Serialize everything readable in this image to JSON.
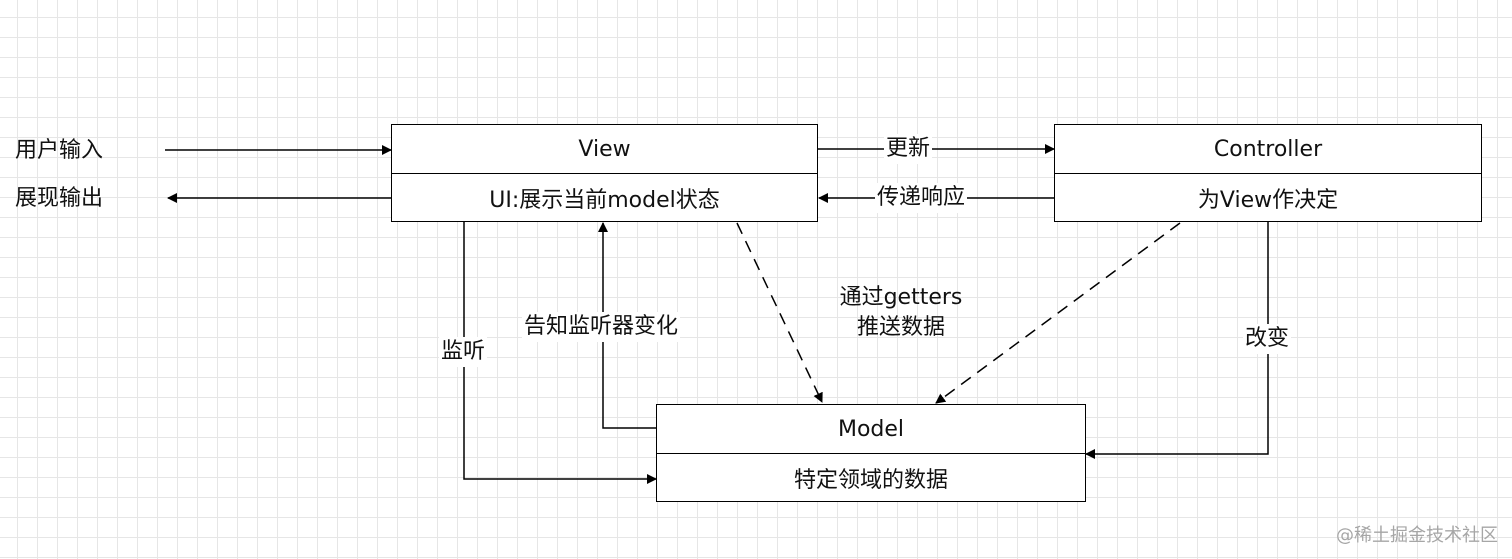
{
  "diagram": {
    "external": {
      "input_label": "用户输入",
      "output_label": "展现输出"
    },
    "view": {
      "title": "View",
      "description": "UI:展示当前model状态"
    },
    "controller": {
      "title": "Controller",
      "description": "为View作决定"
    },
    "model": {
      "title": "Model",
      "description": "特定领域的数据"
    },
    "edges": {
      "view_to_controller": "更新",
      "controller_to_view": "传递响应",
      "view_to_model_listen": "监听",
      "model_to_view_notify": "告知监听器变化",
      "getters_line1": "通过getters",
      "getters_line2": "推送数据",
      "controller_to_model": "改变"
    }
  },
  "watermark": "@稀土掘金技术社区"
}
